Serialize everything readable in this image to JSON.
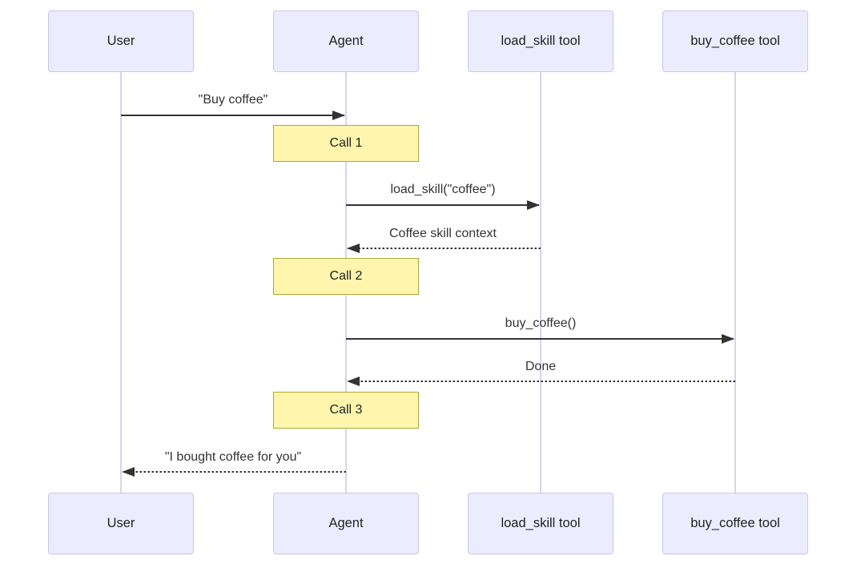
{
  "diagram": {
    "type": "sequence",
    "participants": [
      {
        "id": "user",
        "name": "User"
      },
      {
        "id": "agent",
        "name": "Agent"
      },
      {
        "id": "load_skill_tool",
        "name": "load_skill tool"
      },
      {
        "id": "buy_coffee_tool",
        "name": "buy_coffee tool"
      }
    ],
    "messages": [
      {
        "kind": "message",
        "from": "User",
        "to": "Agent",
        "line": "solid",
        "label": "\"Buy coffee\""
      },
      {
        "kind": "note",
        "over": "Agent",
        "label": "Call 1"
      },
      {
        "kind": "message",
        "from": "Agent",
        "to": "load_skill tool",
        "line": "solid",
        "label": "load_skill(\"coffee\")"
      },
      {
        "kind": "message",
        "from": "load_skill tool",
        "to": "Agent",
        "line": "dashed",
        "label": "Coffee skill context"
      },
      {
        "kind": "note",
        "over": "Agent",
        "label": "Call 2"
      },
      {
        "kind": "message",
        "from": "Agent",
        "to": "buy_coffee tool",
        "line": "solid",
        "label": "buy_coffee()"
      },
      {
        "kind": "message",
        "from": "buy_coffee tool",
        "to": "Agent",
        "line": "dashed",
        "label": "Done"
      },
      {
        "kind": "note",
        "over": "Agent",
        "label": "Call 3"
      },
      {
        "kind": "message",
        "from": "Agent",
        "to": "User",
        "line": "dashed",
        "label": "\"I bought coffee for you\""
      }
    ],
    "colors": {
      "background": "#ffffff",
      "actor_fill": "#ececff",
      "actor_border": "#cbc5ee",
      "lifeline": "#d9d2f2",
      "note_fill": "#fff5ad",
      "note_border": "#aaaa33",
      "arrow": "#333333",
      "text": "#1f2020"
    }
  }
}
